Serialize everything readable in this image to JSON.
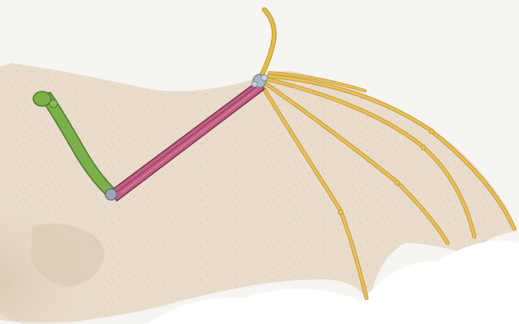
{
  "image": {
    "subject": "bat-wing-skeleton",
    "colors": {
      "background": "#f7f5f1",
      "membrane": "#e9dccb",
      "membrane_shadow": "#d8c6ae",
      "speckle": "#b9b0c3",
      "humerus": "#7bb04a",
      "forearm": "#c45e82",
      "wrist": "#a9b9c6",
      "digits": "#e7c15a",
      "digit_edge": "#c99a34",
      "thumb": "#e2c04f"
    },
    "bones": [
      {
        "name": "humerus",
        "color_key": "humerus"
      },
      {
        "name": "radius-ulna",
        "color_key": "forearm"
      },
      {
        "name": "carpals",
        "color_key": "wrist"
      },
      {
        "name": "thumb",
        "color_key": "thumb"
      },
      {
        "name": "digit-2",
        "color_key": "digits"
      },
      {
        "name": "digit-3",
        "color_key": "digits"
      },
      {
        "name": "digit-4",
        "color_key": "digits"
      },
      {
        "name": "digit-5",
        "color_key": "digits"
      }
    ]
  }
}
